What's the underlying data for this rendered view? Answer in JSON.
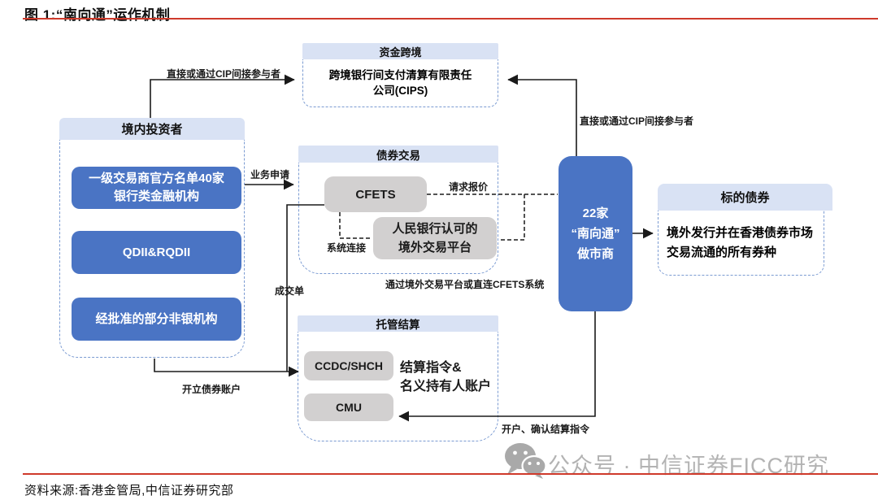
{
  "page": {
    "title": "图 1:“南向通”运作机制",
    "source": "资料来源:香港金管局,中信证券研究部",
    "watermark_text": "公众号 · 中信证券FICC研究",
    "watermark_icon": "wechat-icon"
  },
  "colors": {
    "accent_red": "#cf3a2b",
    "box_blue": "#4a74c4",
    "header_blue": "#d9e2f4",
    "box_gray": "#d2d0d0",
    "dash_blue": "#7b9bd2",
    "watermark_gray": "#b3b3b3"
  },
  "funds_group": {
    "header": "资金跨境",
    "body_line1": "跨境银行间支付清算有限责任",
    "body_line2": "公司(CIPS)"
  },
  "investors_group": {
    "header": "境内投资者",
    "items": [
      {
        "line1": "一级交易商官方名单40家",
        "line2": "银行类金融机构"
      },
      {
        "line1": "QDII&RQDII",
        "line2": ""
      },
      {
        "line1": "经批准的部分非银机构",
        "line2": ""
      }
    ]
  },
  "trading_group": {
    "header": "债券交易",
    "cfets": "CFETS",
    "platform_line1": "人民银行认可的",
    "platform_line2": "境外交易平台"
  },
  "market_maker": {
    "line1": "22家",
    "line2": "“南向通”",
    "line3": "做市商"
  },
  "bonds_group": {
    "header": "标的债券",
    "body_line1": "境外发行并在香港债券市场",
    "body_line2": "交易流通的所有券种"
  },
  "custody_group": {
    "header": "托管结算",
    "ccdc": "CCDC/SHCH",
    "cmu": "CMU",
    "note_line1": "结算指令&",
    "note_line2": "名义持有人账户"
  },
  "edge_labels": {
    "to_cips_left": "直接或通过CIP间接参与者",
    "to_cips_right": "直接或通过CIP间接参与者",
    "business_apply": "业务申请",
    "quote_request": "请求报价",
    "system_connect": "系统连接",
    "trade_ticket": "成交单",
    "via_platform": "通过境外交易平台或直连CFETS系统",
    "open_account": "开立债券账户",
    "open_confirm": "开户、确认结算指令"
  }
}
